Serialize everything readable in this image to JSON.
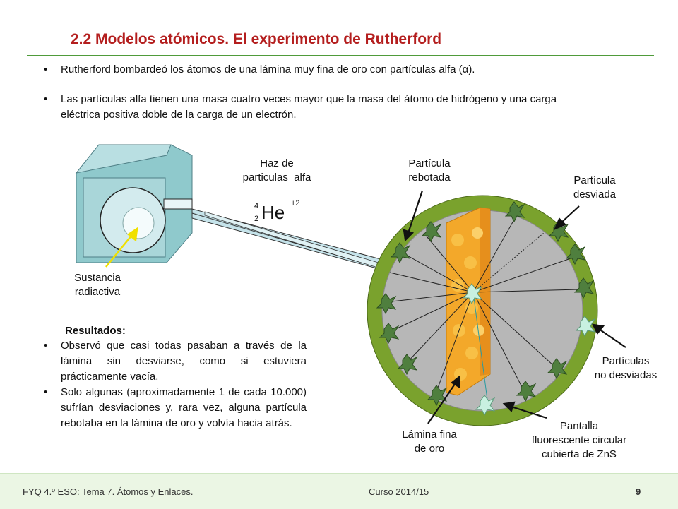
{
  "slide": {
    "title": "2.2  Modelos atómicos. El experimento de Rutherford",
    "bullets": [
      "Rutherford  bombardeó los átomos de una lámina muy fina de oro con partículas alfa (α).",
      "Las partículas alfa tienen una masa cuatro veces mayor que la masa del átomo de hidrógeno y una carga eléctrica positiva doble de la carga de un electrón."
    ]
  },
  "diagram": {
    "labels": {
      "haz": "Haz de\nparticulas  alfa",
      "rebotada": "Partícula\nrebotada",
      "desviada": "Partícula\ndesviada",
      "sustancia": "Sustancia\nradiactiva",
      "no_desviadas": "Partículas\nno desviadas",
      "lamina": "Lámina fina\nde oro",
      "pantalla": "Pantalla\nfluorescente circular\ncubierta de ZnS"
    },
    "formula": {
      "mass": "4",
      "atomic": "2",
      "symbol": "He",
      "charge": "+2"
    },
    "colors": {
      "ring": "#7aa22d",
      "disc": "#b7b7b7",
      "gold": "#f3a82a",
      "box": "#8fc9cc",
      "tube": "#c5e3ea",
      "arrow": "#222222"
    }
  },
  "results": {
    "title": "Resultados:",
    "items": [
      "Observó que casi todas pasaban a través de la lámina sin desviarse, como si estuviera prácticamente vacía.",
      "Solo algunas (aproximadamente 1 de cada 10.000) sufrían desviaciones y, rara vez, alguna partícula rebotaba en la lámina de oro y volvía hacia atrás."
    ]
  },
  "footer": {
    "left": "FYQ  4.º ESO:  Tema 7. Átomos y Enlaces.",
    "middle": "Curso 2014/15",
    "page": "9"
  }
}
